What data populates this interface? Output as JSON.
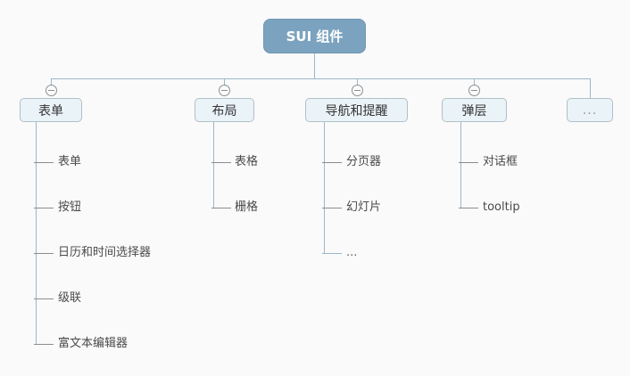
{
  "tree": {
    "root": {
      "label": "SUI 组件"
    },
    "branches": [
      {
        "label": "表单",
        "collapse_icon": "minus-circle-icon",
        "children": [
          "表单",
          "按钮",
          "日历和时间选择器",
          "级联",
          "富文本编辑器"
        ]
      },
      {
        "label": "布局",
        "collapse_icon": "minus-circle-icon",
        "children": [
          "表格",
          "栅格"
        ]
      },
      {
        "label": "导航和提醒",
        "collapse_icon": "minus-circle-icon",
        "children": [
          "分页器",
          "幻灯片",
          "..."
        ]
      },
      {
        "label": "弹层",
        "collapse_icon": "minus-circle-icon",
        "children": [
          "对话框",
          "tooltip"
        ]
      },
      {
        "label": "...",
        "children": []
      }
    ]
  },
  "colors": {
    "background": "#fafafa",
    "root_fill": "#7ba3bf",
    "root_text": "#ffffff",
    "branch_fill": "#eaf3f8",
    "branch_border": "#b3bfc7",
    "connector": "#9ab7ca",
    "leaf_connector": "#8c8c8c"
  }
}
